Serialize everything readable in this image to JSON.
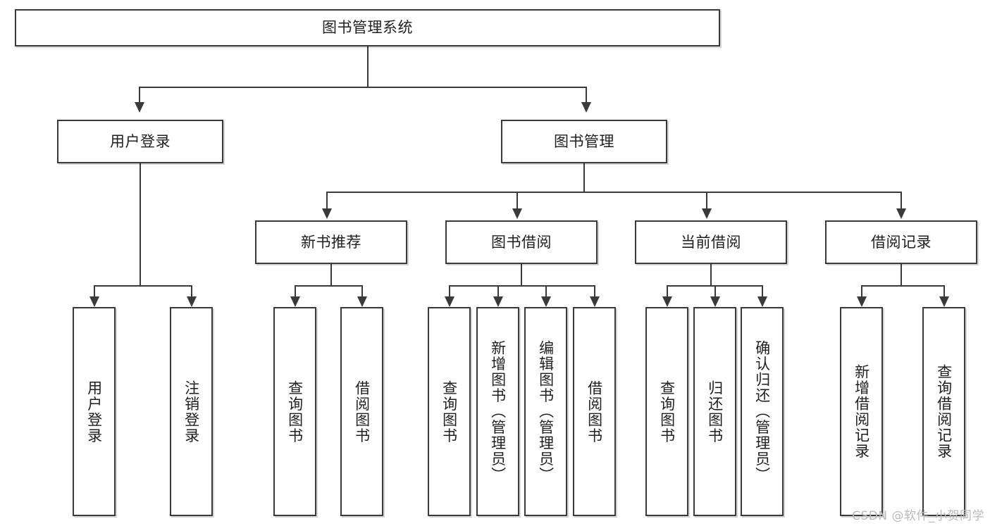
{
  "diagram": {
    "title": "图书管理系统",
    "type": "tree-hierarchy",
    "watermark": "CSDN @软件_小贺同学",
    "colors": {
      "stroke": "#3a3a3a",
      "fill": "#ffffff",
      "text": "#1f1f1f",
      "watermark": "#b9b9b9",
      "background": "#ffffff"
    }
  },
  "nodes": {
    "root": {
      "label": "图书管理系统",
      "level": 1
    },
    "user_login": {
      "label": "用户登录",
      "level": 2
    },
    "book_manage": {
      "label": "图书管理",
      "level": 2
    },
    "new_book_rec": {
      "label": "新书推荐",
      "level": 3
    },
    "book_borrow": {
      "label": "图书借阅",
      "level": 3
    },
    "current_borrow": {
      "label": "当前借阅",
      "level": 3
    },
    "borrow_record": {
      "label": "借阅记录",
      "level": 3
    },
    "leaf_user_login": {
      "label": "用户登录",
      "level": 3
    },
    "leaf_logout": {
      "label": "注销登录",
      "level": 3
    },
    "leaf_query_book_1": {
      "label": "查询图书",
      "level": 4
    },
    "leaf_borrow_book_1": {
      "label": "借阅图书",
      "level": 4
    },
    "leaf_query_book_2": {
      "label": "查询图书",
      "level": 4
    },
    "leaf_add_book": {
      "label": "新增图书（管理员）",
      "level": 4
    },
    "leaf_edit_book": {
      "label": "编辑图书（管理员）",
      "level": 4
    },
    "leaf_borrow_book_2": {
      "label": "借阅图书",
      "level": 4
    },
    "leaf_query_book_3": {
      "label": "查询图书",
      "level": 4
    },
    "leaf_return_book": {
      "label": "归还图书",
      "level": 4
    },
    "leaf_confirm_return": {
      "label": "确认归还（管理员）",
      "level": 4
    },
    "leaf_add_record": {
      "label": "新增借阅记录",
      "level": 4
    },
    "leaf_query_record": {
      "label": "查询借阅记录",
      "level": 4
    }
  },
  "edges": [
    {
      "from": "root",
      "to": "user_login"
    },
    {
      "from": "root",
      "to": "book_manage"
    },
    {
      "from": "user_login",
      "to": "leaf_user_login"
    },
    {
      "from": "user_login",
      "to": "leaf_logout"
    },
    {
      "from": "book_manage",
      "to": "new_book_rec"
    },
    {
      "from": "book_manage",
      "to": "book_borrow"
    },
    {
      "from": "book_manage",
      "to": "current_borrow"
    },
    {
      "from": "book_manage",
      "to": "borrow_record"
    },
    {
      "from": "new_book_rec",
      "to": "leaf_query_book_1"
    },
    {
      "from": "new_book_rec",
      "to": "leaf_borrow_book_1"
    },
    {
      "from": "book_borrow",
      "to": "leaf_query_book_2"
    },
    {
      "from": "book_borrow",
      "to": "leaf_add_book"
    },
    {
      "from": "book_borrow",
      "to": "leaf_edit_book"
    },
    {
      "from": "book_borrow",
      "to": "leaf_borrow_book_2"
    },
    {
      "from": "current_borrow",
      "to": "leaf_query_book_3"
    },
    {
      "from": "current_borrow",
      "to": "leaf_return_book"
    },
    {
      "from": "current_borrow",
      "to": "leaf_confirm_return"
    },
    {
      "from": "borrow_record",
      "to": "leaf_add_record"
    },
    {
      "from": "borrow_record",
      "to": "leaf_query_record"
    }
  ]
}
